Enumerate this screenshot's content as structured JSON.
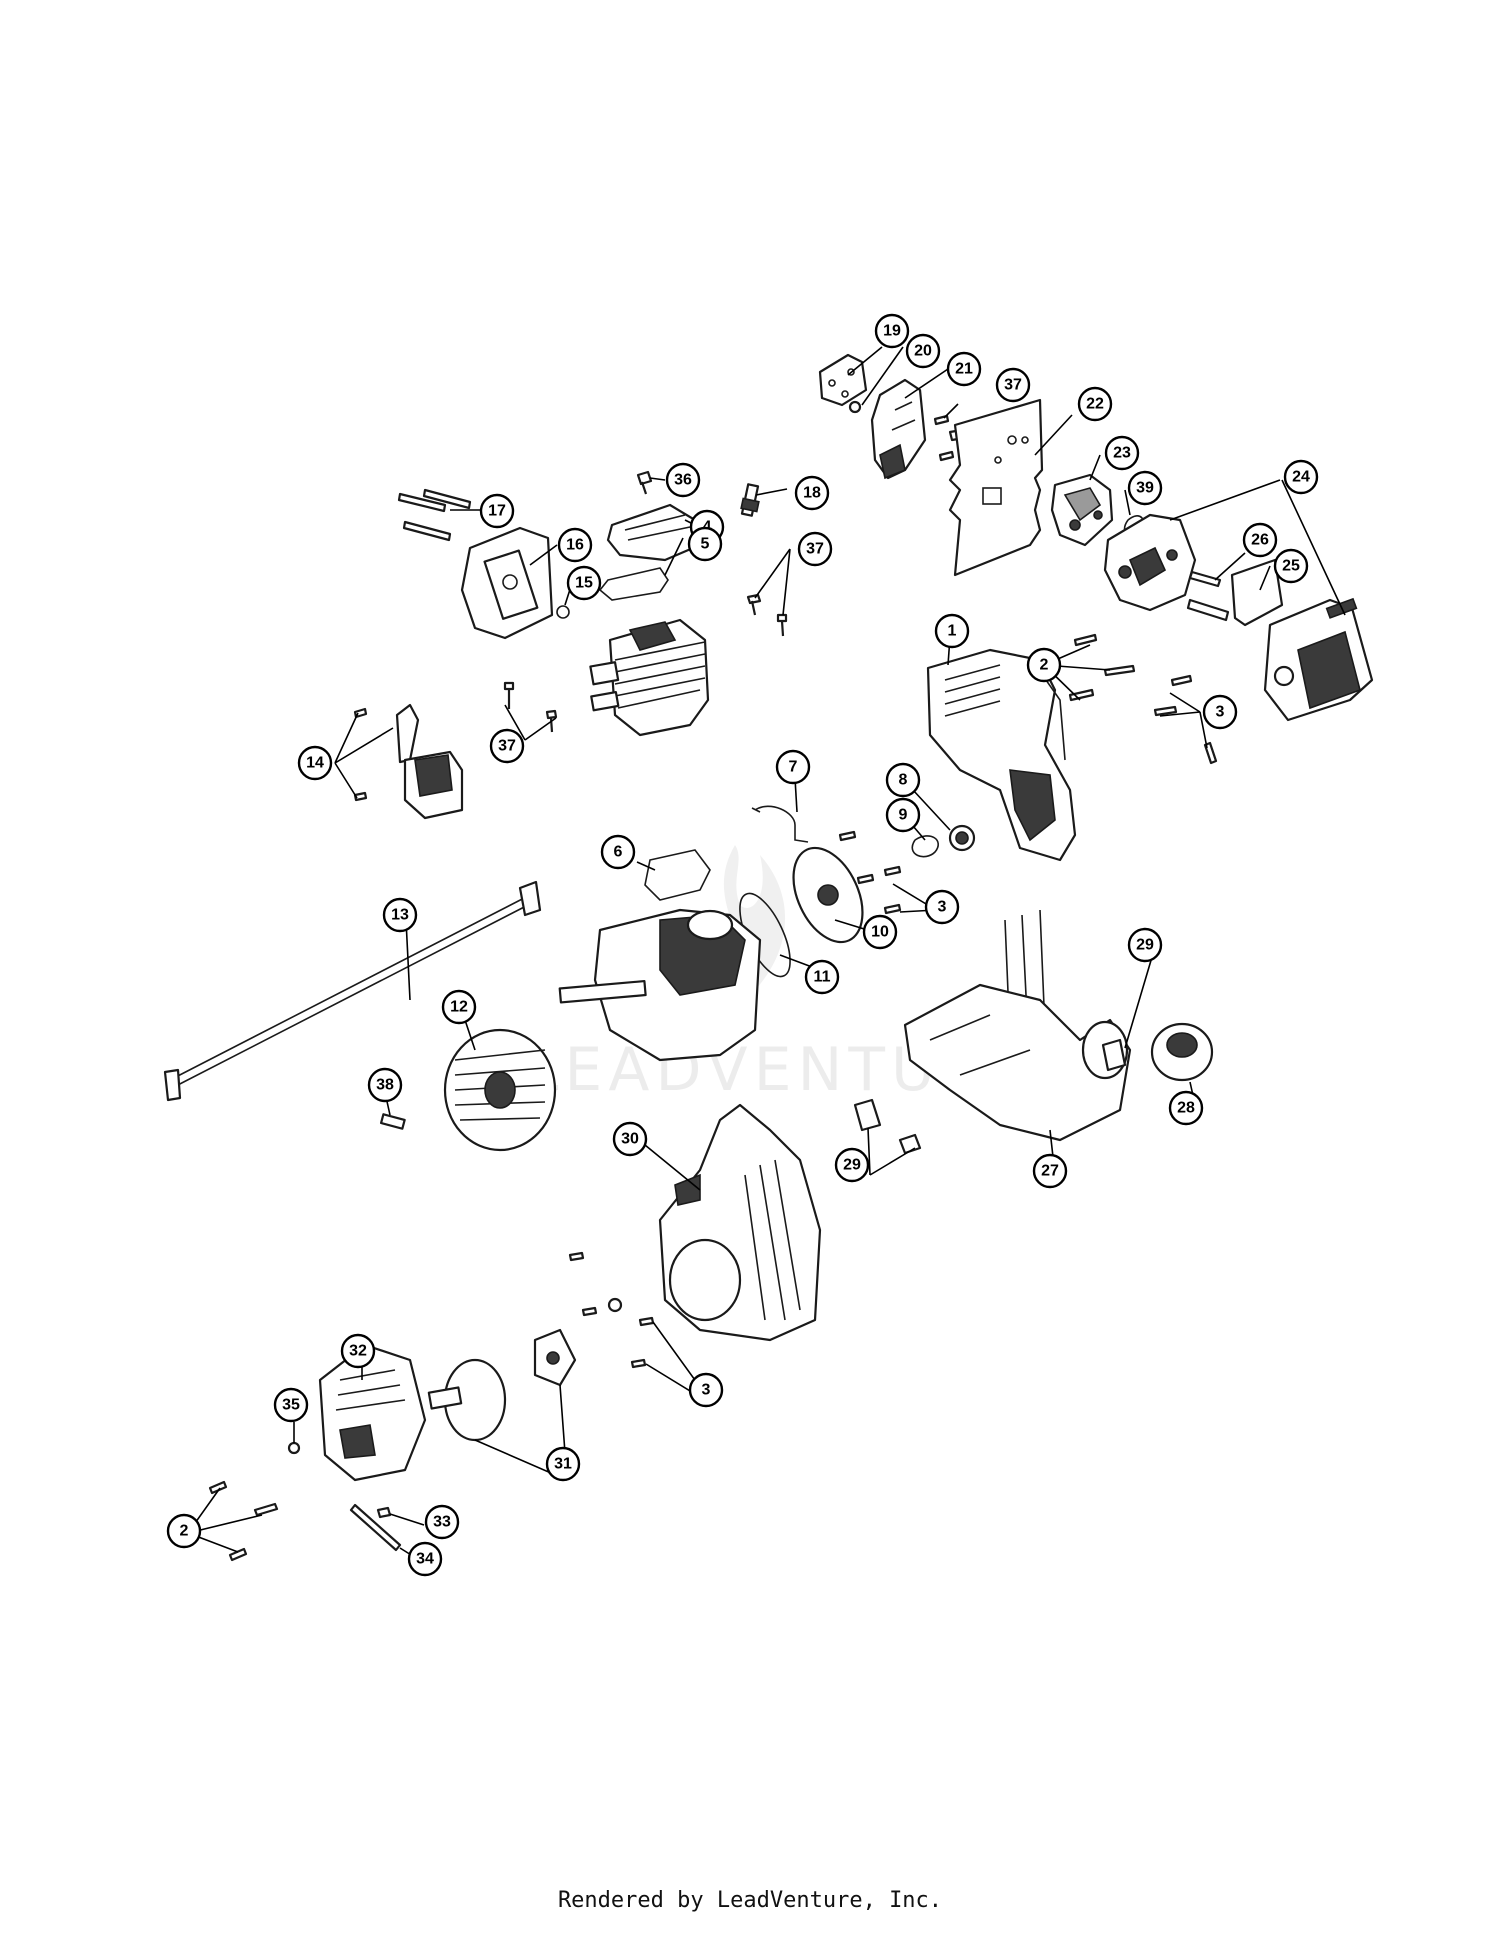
{
  "footer": {
    "text": "Rendered by LeadVenture, Inc."
  },
  "watermark": {
    "text": "LEADVENTURE"
  },
  "callouts": [
    {
      "id": "c19",
      "label": "19"
    },
    {
      "id": "c20",
      "label": "20"
    },
    {
      "id": "c21",
      "label": "21"
    },
    {
      "id": "c37a",
      "label": "37"
    },
    {
      "id": "c22",
      "label": "22"
    },
    {
      "id": "c36",
      "label": "36"
    },
    {
      "id": "c18",
      "label": "18"
    },
    {
      "id": "c17",
      "label": "17"
    },
    {
      "id": "c4",
      "label": "4"
    },
    {
      "id": "c16",
      "label": "16"
    },
    {
      "id": "c23",
      "label": "23"
    },
    {
      "id": "c39",
      "label": "39"
    },
    {
      "id": "c24",
      "label": "24"
    },
    {
      "id": "c5",
      "label": "5"
    },
    {
      "id": "c15",
      "label": "15"
    },
    {
      "id": "c37b",
      "label": "37"
    },
    {
      "id": "c26",
      "label": "26"
    },
    {
      "id": "c25",
      "label": "25"
    },
    {
      "id": "c1",
      "label": "1"
    },
    {
      "id": "c2a",
      "label": "2"
    },
    {
      "id": "c3a",
      "label": "3"
    },
    {
      "id": "c14",
      "label": "14"
    },
    {
      "id": "c37c",
      "label": "37"
    },
    {
      "id": "c7",
      "label": "7"
    },
    {
      "id": "c8",
      "label": "8"
    },
    {
      "id": "c9",
      "label": "9"
    },
    {
      "id": "c6",
      "label": "6"
    },
    {
      "id": "c3b",
      "label": "3"
    },
    {
      "id": "c13",
      "label": "13"
    },
    {
      "id": "c10",
      "label": "10"
    },
    {
      "id": "c11",
      "label": "11"
    },
    {
      "id": "c29a",
      "label": "29"
    },
    {
      "id": "c12",
      "label": "12"
    },
    {
      "id": "c38",
      "label": "38"
    },
    {
      "id": "c28",
      "label": "28"
    },
    {
      "id": "c30",
      "label": "30"
    },
    {
      "id": "c29b",
      "label": "29"
    },
    {
      "id": "c27",
      "label": "27"
    },
    {
      "id": "c32",
      "label": "32"
    },
    {
      "id": "c3c",
      "label": "3"
    },
    {
      "id": "c35",
      "label": "35"
    },
    {
      "id": "c31",
      "label": "31"
    },
    {
      "id": "c2b",
      "label": "2"
    },
    {
      "id": "c33",
      "label": "33"
    },
    {
      "id": "c34",
      "label": "34"
    }
  ]
}
